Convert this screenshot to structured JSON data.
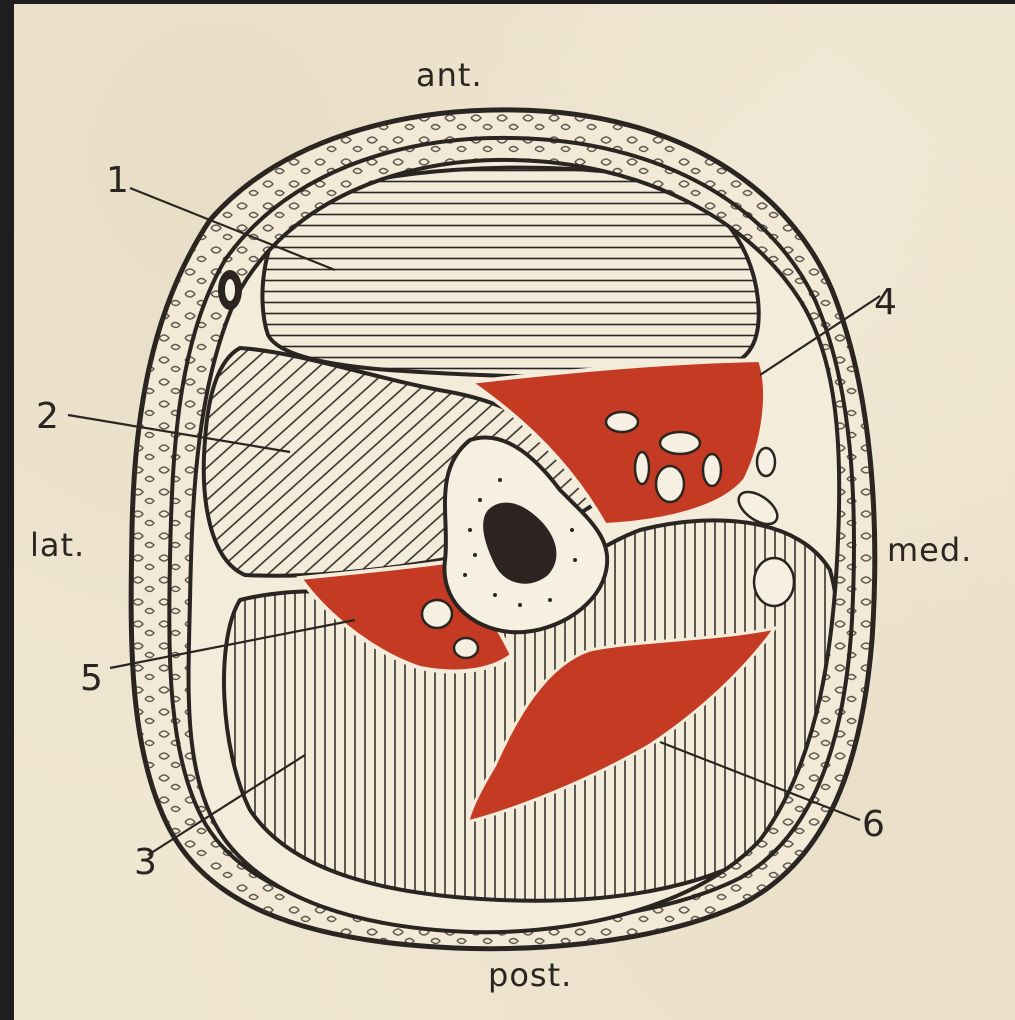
{
  "directions": {
    "anterior": "ant.",
    "lateral": "lat.",
    "medial": "med.",
    "posterior": "post."
  },
  "callouts": [
    "1",
    "2",
    "3",
    "4",
    "5",
    "6"
  ],
  "colors": {
    "paper": "#f0e7d3",
    "ink": "#2a2520",
    "red_region": "#c43a22",
    "bone": "#f6f0e2",
    "marrow": "#2b2420"
  }
}
